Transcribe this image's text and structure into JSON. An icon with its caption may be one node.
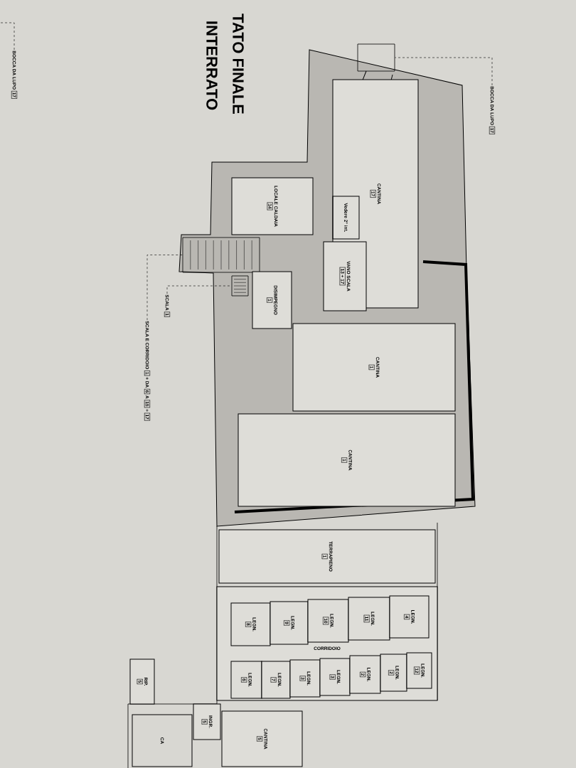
{
  "diagram": {
    "nodes": [
      {
        "text": [
          "BOCCA DA LUPO",
          "17"
        ]
      },
      {
        "text": [],
        "shape": "box"
      },
      {
        "text": [
          "BOCCA DA LUPO",
          "17"
        ]
      },
      {
        "text": [
          "CANTINA",
          "17"
        ]
      },
      {
        "text": [
          "LOCALE CALDAIA",
          "14"
        ]
      },
      {
        "text": [
          "Vedere 2° int."
        ],
        "in": 3
      },
      {
        "text": [
          "VANO SCALA",
          "13 + 17"
        ]
      },
      {
        "text": [],
        "shape": "box"
      },
      {
        "text": [],
        "shape": "box"
      },
      {
        "text": [
          "SCALA",
          "1"
        ]
      },
      {
        "text": [
          "SCALA E CORRIDOIO",
          "1",
          "+ DA",
          "6",
          "A",
          "15",
          "+",
          "17"
        ]
      },
      {
        "text": [
          "DISIMPEGNO",
          "1"
        ]
      },
      {
        "text": [
          "CANTINA",
          "1"
        ]
      },
      {
        "text": [
          "CANTINA",
          "1"
        ]
      },
      {
        "text": [
          "TERRAPIENO",
          "1"
        ]
      },
      {
        "text": [
          "CORRIDOIO"
        ]
      },
      {
        "text": [
          "LEGN.",
          "8"
        ],
        "in": 15
      },
      {
        "text": [
          "LEGN.",
          "9"
        ],
        "in": 15
      },
      {
        "text": [
          "LEGN.",
          "10"
        ],
        "in": 15
      },
      {
        "text": [
          "LEGN.",
          "11"
        ],
        "in": 15
      },
      {
        "text": [
          "LEGN.",
          "4"
        ],
        "in": 15
      },
      {
        "text": [
          "LEGN.",
          "6"
        ],
        "in": 15
      },
      {
        "text": [
          "LEGN.",
          "7"
        ],
        "in": 15
      },
      {
        "text": [
          "LEGN.",
          "3"
        ],
        "in": 15
      },
      {
        "text": [
          "LEGN.",
          "3"
        ],
        "in": 15
      },
      {
        "text": [
          "LEGN.",
          "2"
        ],
        "in": 15
      },
      {
        "text": [
          "LEGN.",
          "2"
        ],
        "in": 15
      },
      {
        "text": [
          "LEGN.",
          "12"
        ],
        "in": 15
      },
      {
        "text": [
          "RIP.",
          "5"
        ]
      },
      {
        "text": [
          "INGR.",
          "5"
        ]
      },
      {
        "text": [
          "CANTINA",
          "5"
        ]
      },
      {
        "text": [
          "CA"
        ]
      }
    ],
    "edges": [
      {
        "from": 0,
        "to": null,
        "arrow": "none",
        "style": "dashed"
      },
      {
        "from": 2,
        "to": 1,
        "arrow": "none",
        "style": "dashed"
      },
      {
        "from": 9,
        "to": 8,
        "arrow": "none",
        "style": "dashed"
      },
      {
        "from": 10,
        "to": 7,
        "arrow": "none",
        "style": "dashed"
      }
    ],
    "labels": [
      "TATO FINALE",
      "INTERRATO"
    ]
  }
}
